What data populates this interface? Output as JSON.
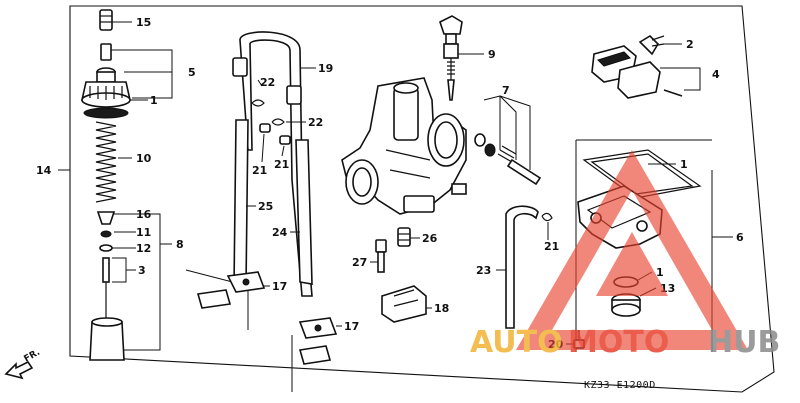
{
  "diagram": {
    "drawing_code": "KZ33-E1200D",
    "direction_marker": "FR.",
    "callouts": {
      "c1a": "1",
      "c1b": "1",
      "c1c": "1",
      "c2": "2",
      "c3": "3",
      "c4": "4",
      "c5": "5",
      "c6": "6",
      "c7": "7",
      "c8": "8",
      "c9": "9",
      "c10": "10",
      "c11": "11",
      "c12": "12",
      "c13": "13",
      "c14": "14",
      "c15": "15",
      "c16": "16",
      "c17a": "17",
      "c17b": "17",
      "c18": "18",
      "c19": "19",
      "c20": "20",
      "c21a": "21",
      "c21b": "21",
      "c21c": "21",
      "c22a": "22",
      "c22b": "22",
      "c23": "23",
      "c24": "24",
      "c25": "25",
      "c26": "26",
      "c27": "27"
    }
  },
  "watermark": {
    "auto": "AUTO",
    "moto": "MOTO",
    "hub": "HUB",
    "colors": {
      "auto": "#f2b233",
      "moto": "#e8432f",
      "hub": "#8a8a8a",
      "triangle": "#e8432f"
    }
  }
}
